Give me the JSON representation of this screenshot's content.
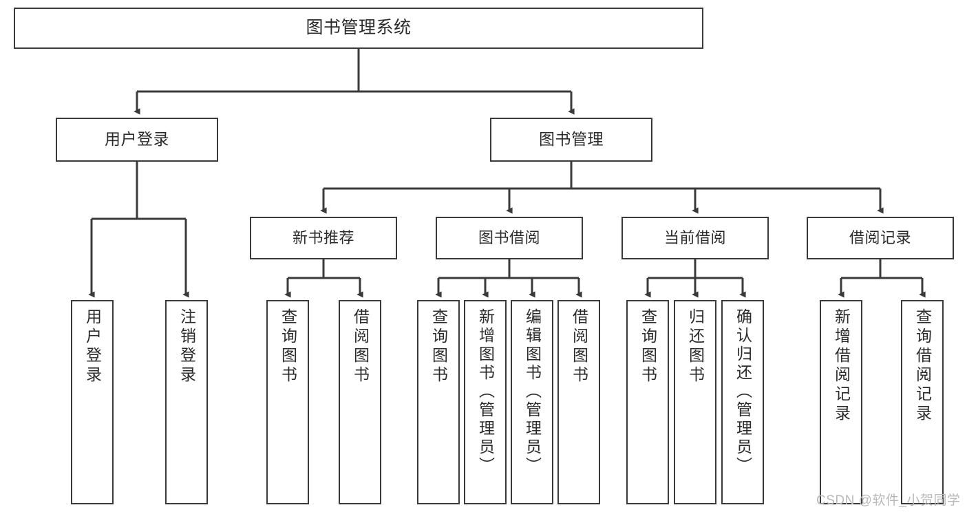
{
  "diagram": {
    "type": "tree-hierarchy",
    "title": "图书管理系统",
    "watermark": "CSDN @软件_小贺同学",
    "colors": {
      "box_border": "#3a3a3a",
      "box_fill": "#ffffff",
      "text": "#2b2b2b",
      "connector": "#3a3a3a",
      "watermark": "#b9b9b9",
      "background": "#ffffff"
    },
    "nodes": {
      "root": {
        "label": "图书管理系统"
      },
      "level1": [
        {
          "label": "用户登录"
        },
        {
          "label": "图书管理"
        }
      ],
      "level2": [
        {
          "label": "新书推荐"
        },
        {
          "label": "图书借阅"
        },
        {
          "label": "当前借阅"
        },
        {
          "label": "借阅记录"
        }
      ],
      "leaves": {
        "user_login": [
          {
            "label": "用户登录"
          },
          {
            "label": "注销登录"
          }
        ],
        "new_book_recommend": [
          {
            "label": "查询图书"
          },
          {
            "label": "借阅图书"
          }
        ],
        "book_borrow": [
          {
            "label": "查询图书"
          },
          {
            "label": "新增图书（管理员）"
          },
          {
            "label": "编辑图书（管理员）"
          },
          {
            "label": "借阅图书"
          }
        ],
        "current_borrow": [
          {
            "label": "查询图书"
          },
          {
            "label": "归还图书"
          },
          {
            "label": "确认归还（管理员）"
          }
        ],
        "borrow_record": [
          {
            "label": "新增借阅记录"
          },
          {
            "label": "查询借阅记录"
          }
        ]
      }
    }
  }
}
